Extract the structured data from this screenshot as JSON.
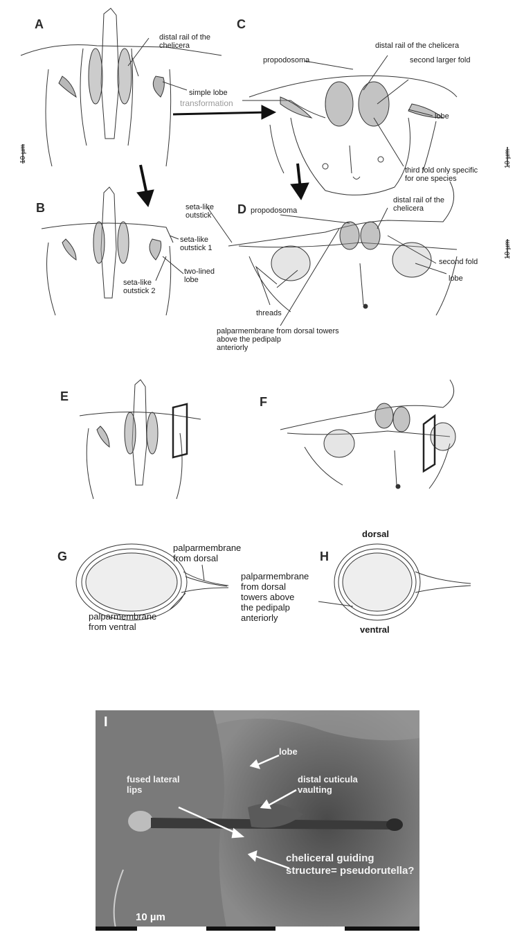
{
  "panels": {
    "a": "A",
    "b": "B",
    "c": "C",
    "d": "D",
    "e": "E",
    "f": "F",
    "g": "G",
    "h": "H",
    "i": "I"
  },
  "panel_a": {
    "distal_rail": [
      "distal rail of the",
      "chelicera"
    ],
    "simple_lobe": "simple lobe",
    "transformation": "transformation",
    "scale": "10 µm"
  },
  "panel_b": {
    "seta_outstick": [
      "seta-like",
      "outstick"
    ],
    "seta_outstick_1": [
      "seta-like",
      "outstick 1"
    ],
    "seta_outstick_2": [
      "seta-like",
      "outstick 2"
    ],
    "two_lined_lobe": [
      "two-lined",
      "lobe"
    ]
  },
  "panel_c": {
    "propodosoma": "propodosoma",
    "distal_rail": "distal rail of the chelicera",
    "second_larger_fold": "second larger fold",
    "lobe": "lobe",
    "third_fold": [
      "third fold only specific",
      "for one species"
    ],
    "scale": "10 µm"
  },
  "panel_d": {
    "propodosoma": "propodosoma",
    "distal_rail": [
      "distal rail of the",
      "chelicera"
    ],
    "second_fold": "second fold",
    "lobe": "lobe",
    "threads": "threads",
    "palparmembrane": [
      "palparmembrane from dorsal towers",
      "above the pedipalp",
      "anteriorly"
    ],
    "scale": "10 µm"
  },
  "panel_g": {
    "from_dorsal": [
      "palparmembrane",
      "from dorsal"
    ],
    "from_ventral": [
      "palparmembrane",
      "from ventral"
    ]
  },
  "panel_h": {
    "dorsal": "dorsal",
    "ventral": "ventral",
    "towers": [
      "palparmembrane",
      "from dorsal",
      "towers above",
      "the pedipalp",
      "anteriorly"
    ]
  },
  "panel_i": {
    "lobe": "lobe",
    "fused_lateral_lips": [
      "fused lateral",
      "lips"
    ],
    "distal_cuticula": [
      "distal cuticula",
      "vaulting"
    ],
    "guiding": [
      "cheliceral guiding",
      "structure= pseudorutella?"
    ],
    "scale": "10 µm"
  },
  "colors": {
    "ink": "#1a1a1a",
    "sem_background": "#6d6d6d",
    "label_gray": "#9a9a9a"
  }
}
